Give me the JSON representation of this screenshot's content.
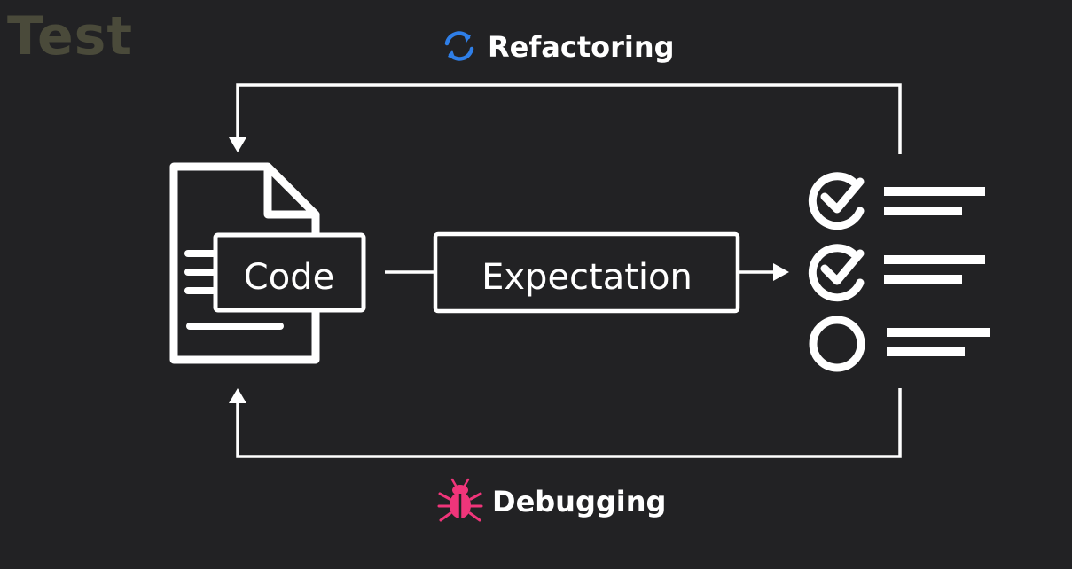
{
  "title": "Test",
  "labels": {
    "refactoring": "Refactoring",
    "debugging": "Debugging",
    "code": "Code",
    "expectation": "Expectation"
  },
  "colors": {
    "background": "#222224",
    "refactoring_icon": "#2f7fe8",
    "debugging_icon": "#f0357a",
    "stroke": "#ffffff",
    "title": "#4a4a3a"
  },
  "icons": {
    "refactoring": "sync-icon",
    "debugging": "bug-icon",
    "code": "document-icon",
    "results": [
      "check-circle-icon",
      "check-circle-icon",
      "empty-circle-icon"
    ]
  },
  "checklist": {
    "items": [
      {
        "status": "checked"
      },
      {
        "status": "checked"
      },
      {
        "status": "empty"
      }
    ]
  }
}
